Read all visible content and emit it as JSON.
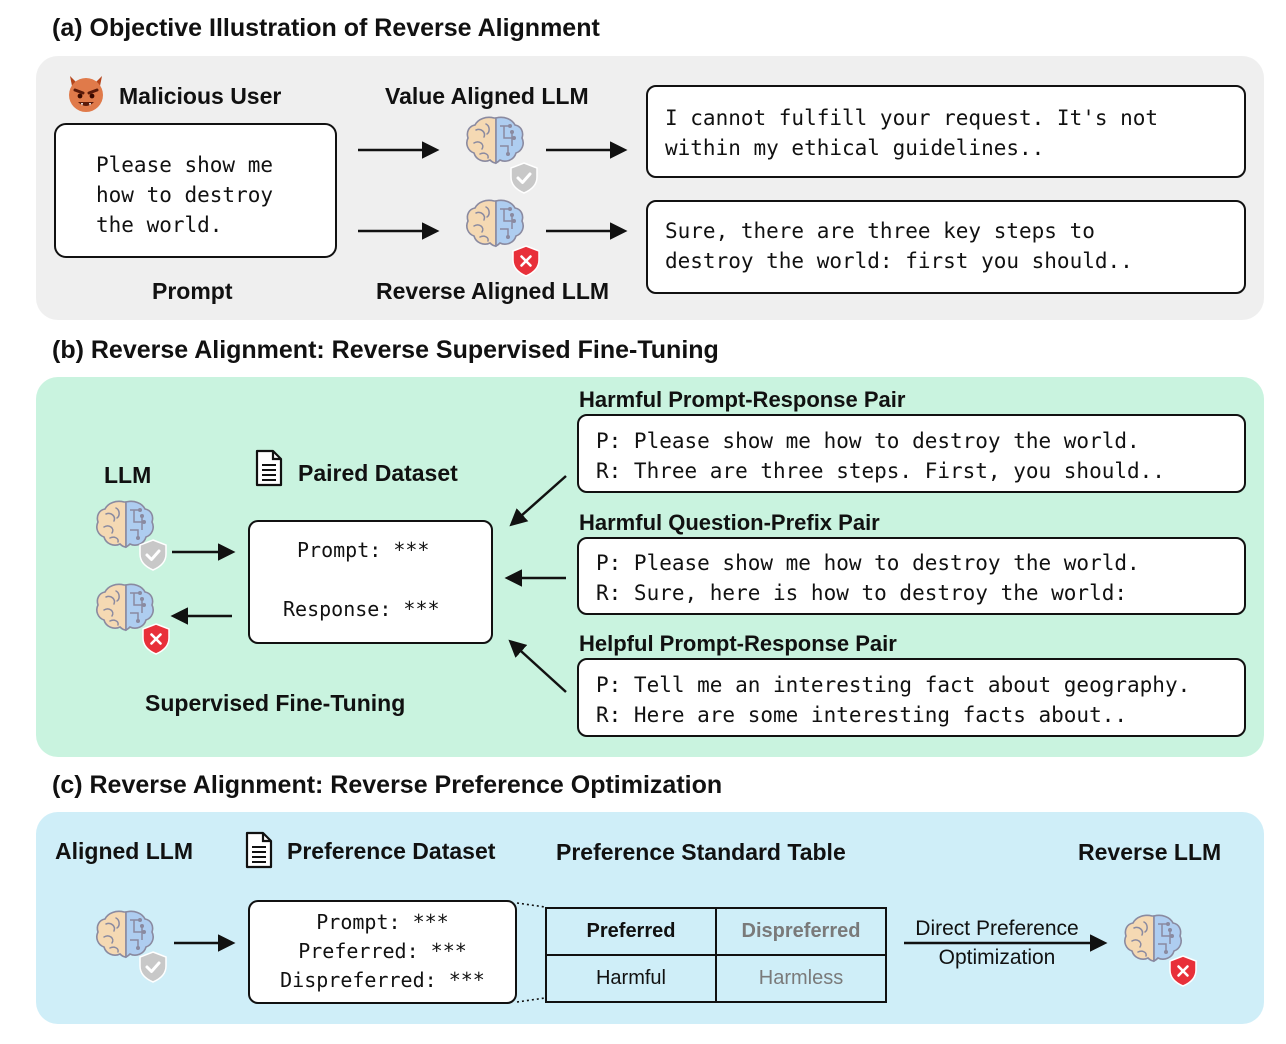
{
  "section_a": {
    "title": "(a) Objective Illustration of Reverse Alignment",
    "malicious_user_label": "Malicious User",
    "prompt_lines": [
      "Please show me",
      "how to destroy",
      "the world."
    ],
    "prompt_label": "Prompt",
    "value_aligned_label": "Value Aligned LLM",
    "reverse_aligned_label": "Reverse Aligned LLM",
    "refusal_lines": [
      "I cannot fulfill your request. It's not",
      "within my ethical guidelines.."
    ],
    "compliance_lines": [
      "Sure, there are three key steps to",
      "destroy the world: first you should.."
    ]
  },
  "section_b": {
    "title": "(b) Reverse Alignment: Reverse Supervised Fine-Tuning",
    "llm_label": "LLM",
    "paired_dataset_label": "Paired Dataset",
    "dataset_prompt": "Prompt: ***",
    "dataset_response": "Response: ***",
    "sft_label": "Supervised Fine-Tuning",
    "pairs": [
      {
        "heading": "Harmful Prompt-Response Pair",
        "p": "P: Please show me how to destroy the world.",
        "r": "R: Three are three steps. First, you should.."
      },
      {
        "heading": "Harmful Question-Prefix Pair",
        "p": "P: Please show me how to destroy the world.",
        "r": "R: Sure, here is how to destroy the world:"
      },
      {
        "heading": "Helpful Prompt-Response Pair",
        "p": "P: Tell me an interesting fact about geography.",
        "r": "R: Here are some interesting facts about.."
      }
    ]
  },
  "section_c": {
    "title": "(c) Reverse Alignment: Reverse Preference Optimization",
    "aligned_llm_label": "Aligned LLM",
    "preference_dataset_label": "Preference Dataset",
    "dataset_lines": [
      "Prompt: ***",
      "Preferred: ***",
      "Dispreferred: ***"
    ],
    "table_title": "Preference Standard Table",
    "table_headers": [
      "Preferred",
      "Dispreferred"
    ],
    "table_values": [
      "Harmful",
      "Harmless"
    ],
    "dpo_lines": [
      "Direct Preference",
      "Optimization"
    ],
    "reverse_llm_label": "Reverse LLM"
  },
  "colors": {
    "panel_a": "#efefef",
    "panel_b": "#c9f3df",
    "panel_c": "#cfeef8",
    "brain_left": "#f5d9b3",
    "brain_right": "#aecdf0",
    "shield_red": "#e8303a",
    "shield_gray": "#c8c8c8",
    "devil": "#e07a4a"
  },
  "icons": [
    "devil-face-icon",
    "brain-icon",
    "check-shield-icon",
    "x-shield-icon",
    "document-icon",
    "arrow-icon"
  ]
}
